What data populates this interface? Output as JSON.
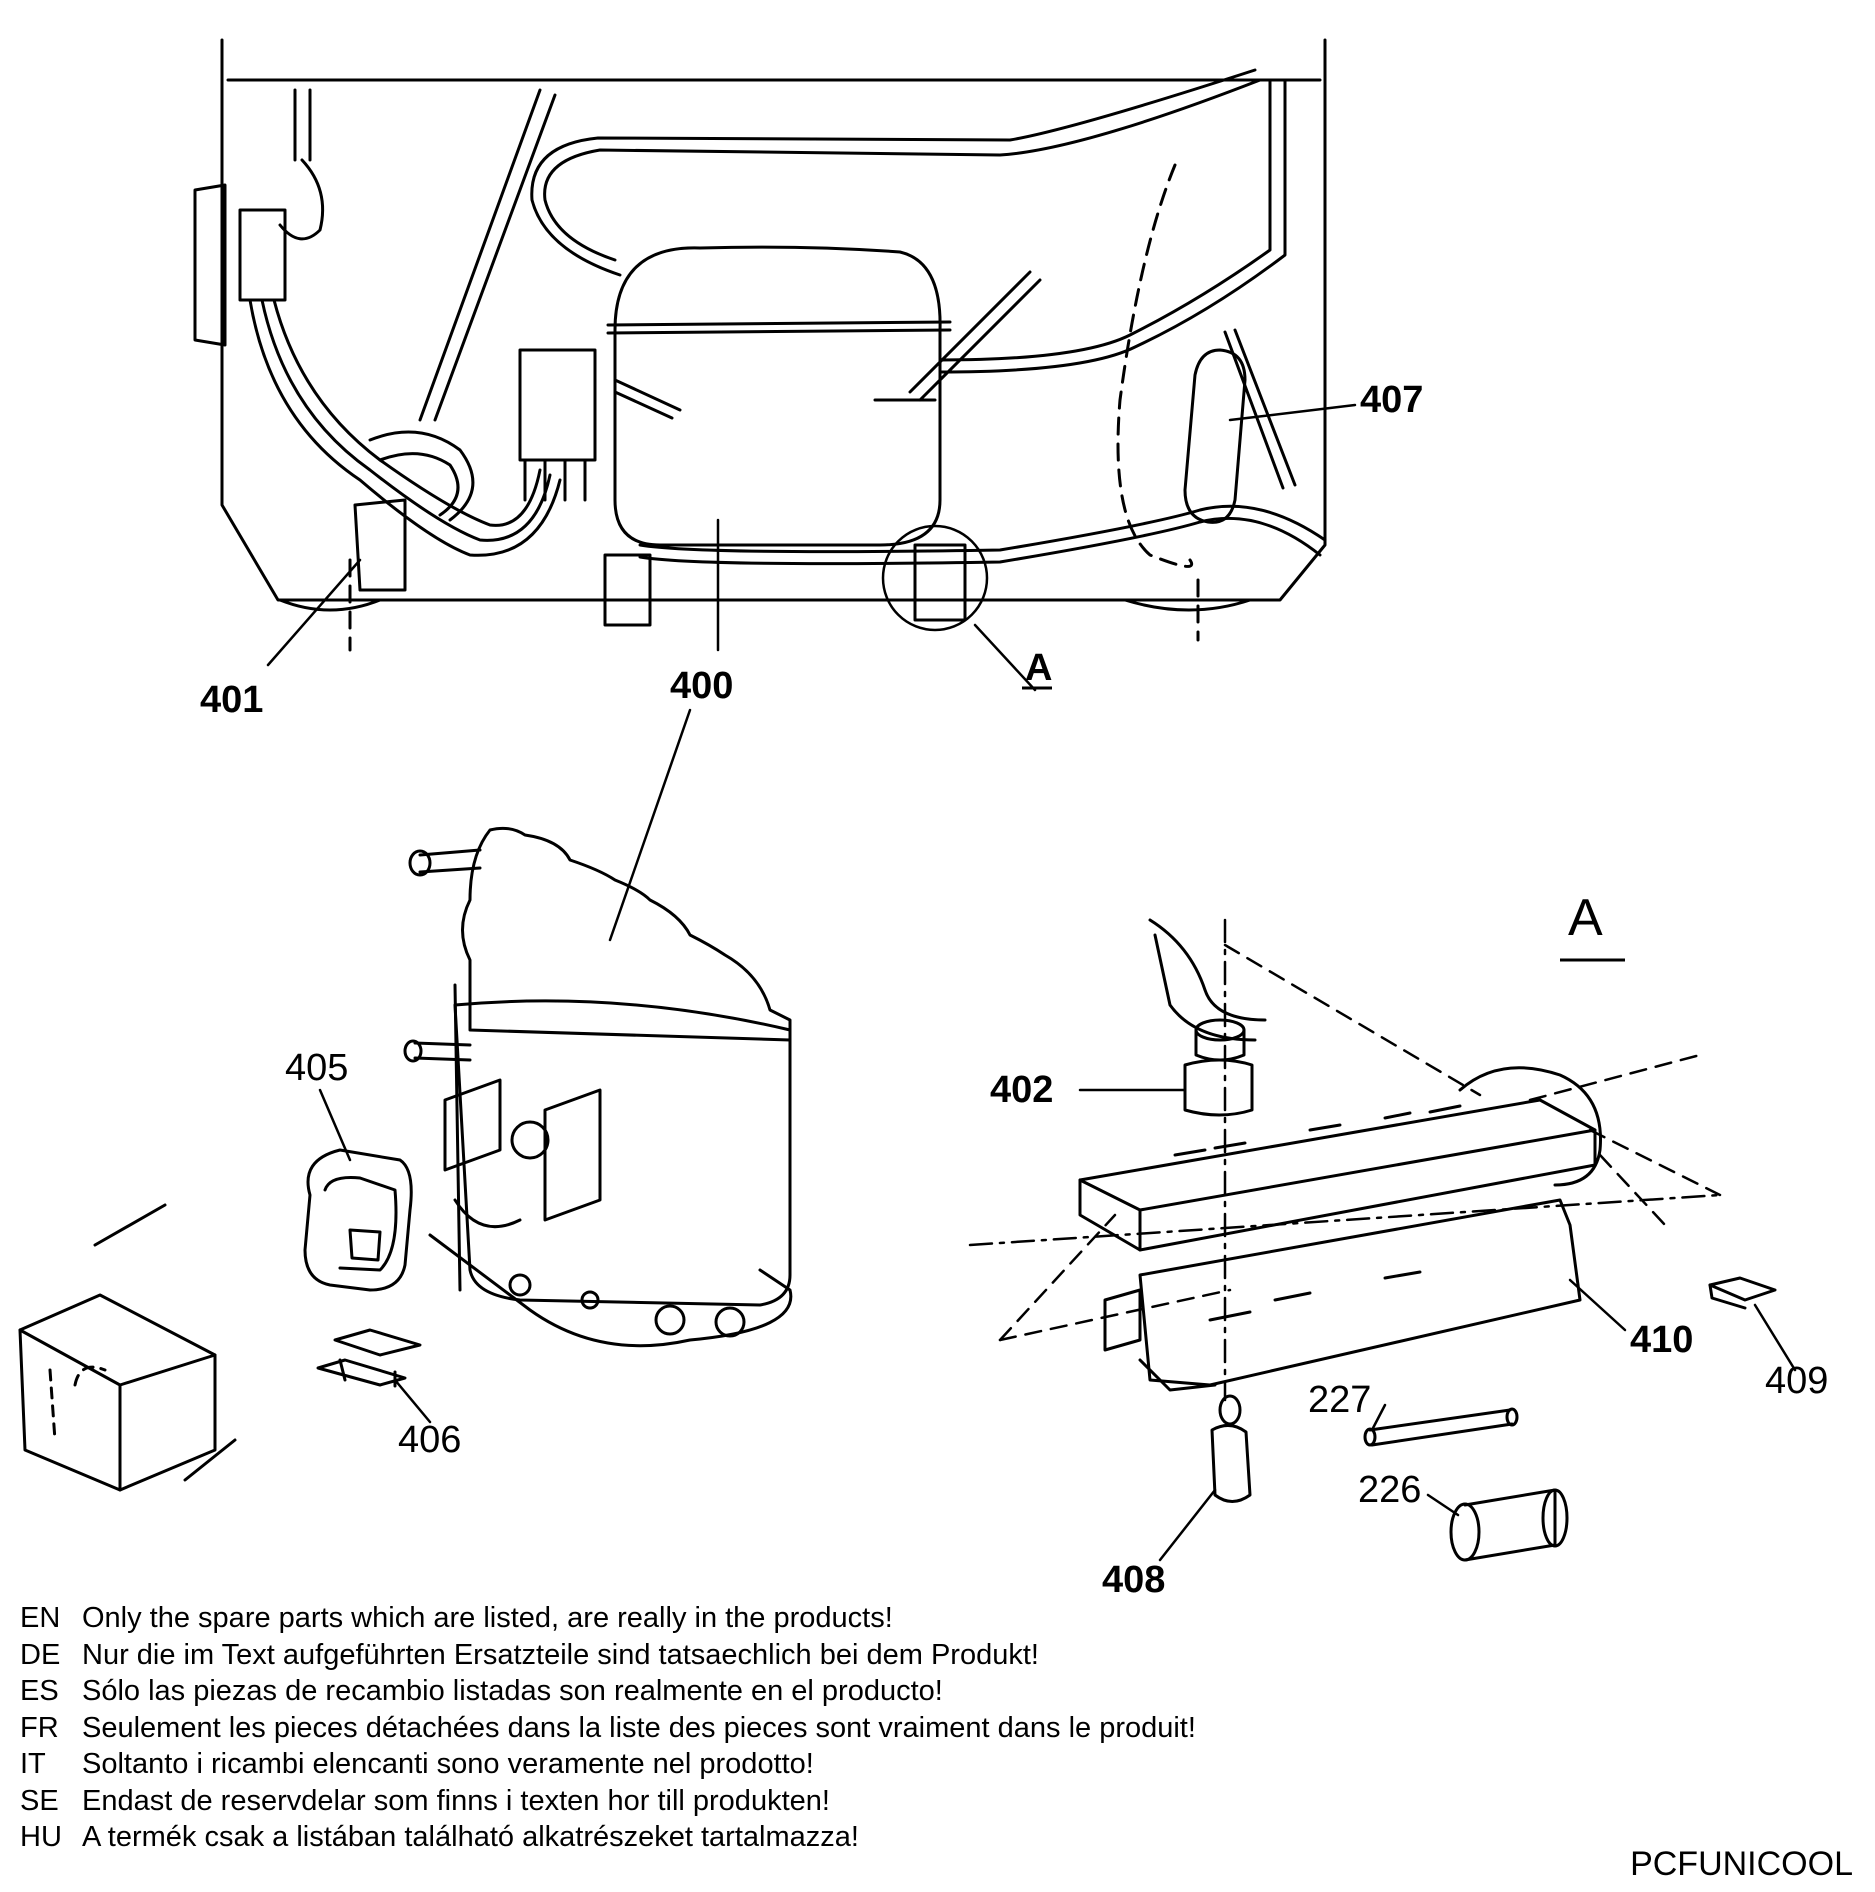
{
  "diagram": {
    "labels": {
      "p400_top": "400",
      "p401": "401",
      "p407": "407",
      "detail_a_small": "A",
      "detail_a_title": "A",
      "p405": "405",
      "p406": "406",
      "p402": "402",
      "p410": "410",
      "p409": "409",
      "p227": "227",
      "p226": "226",
      "p408": "408"
    }
  },
  "notes": [
    {
      "code": "EN",
      "text": "Only the spare parts which are listed, are really in the products!"
    },
    {
      "code": "DE",
      "text": "Nur die im Text aufgeführten Ersatzteile sind tatsaechlich bei dem Produkt!"
    },
    {
      "code": "ES",
      "text": "Sólo las piezas de recambio  listadas son realmente en el producto!"
    },
    {
      "code": "FR",
      "text": "Seulement les pieces détachées dans la liste des pieces sont vraiment dans le produit!"
    },
    {
      "code": "IT",
      "text": "Soltanto i ricambi elencanti sono veramente nel prodotto!"
    },
    {
      "code": "SE",
      "text": "Endast de reservdelar som finns i texten hor till produkten!"
    },
    {
      "code": "HU",
      "text": "A termék csak a listában található alkatrészeket tartalmazza!"
    }
  ],
  "model_code": "PCFUNICOOL"
}
